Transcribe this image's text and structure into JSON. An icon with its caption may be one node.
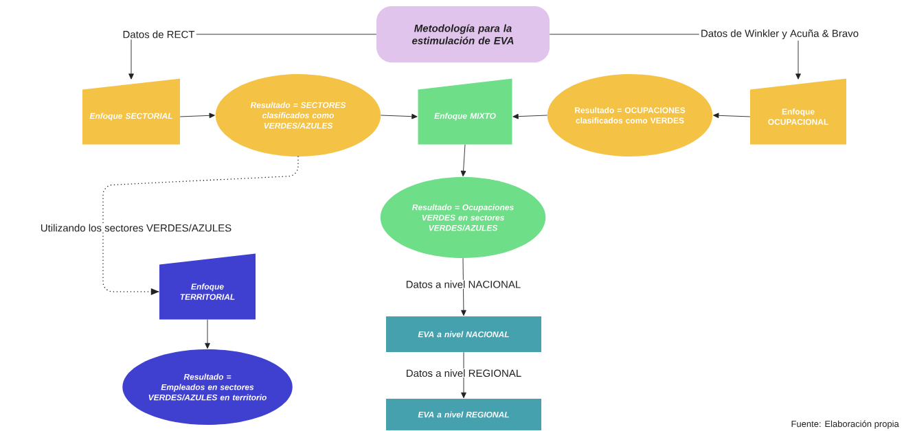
{
  "diagram": {
    "nodes": [
      {
        "text": [
          "Metodología para la estimulación de EVA"
        ]
      },
      {
        "text": [
          "Datos de RECT"
        ]
      },
      {
        "text": [
          "Datos de Winkler y Acuña & Bravo"
        ]
      },
      {
        "text": [
          "Enfoque SECTORIAL"
        ]
      },
      {
        "text": [
          "Resultado = SECTORES clasificados como VERDES/AZULES"
        ]
      },
      {
        "text": [
          "Enfoque MIXTO"
        ]
      },
      {
        "text": [
          "Resultado = OCUPACIONES clasificados como VERDES"
        ]
      },
      {
        "text": [
          "Enfoque OCUPACIONAL"
        ]
      },
      {
        "text": [
          "Resultado = Ocupaciones VERDES en sectores VERDES/AZULES"
        ]
      },
      {
        "text": [
          "Enfoque TERRITORIAL"
        ]
      },
      {
        "text": [
          "Resultado = Empleados en sectores VERDES/AZULES en territorio"
        ]
      },
      {
        "text": [
          "EVA a nivel NACIONAL"
        ]
      },
      {
        "text": [
          "EVA a nivel REGIONAL"
        ]
      }
    ],
    "edges": [
      {
        "from": 1,
        "to": 0,
        "arrow": "none"
      },
      {
        "from": 0,
        "to": 2,
        "arrow": "none"
      },
      {
        "from": 1,
        "to": 3,
        "arrow": "to"
      },
      {
        "from": 2,
        "to": 7,
        "arrow": "to"
      },
      {
        "from": 3,
        "to": 4,
        "arrow": "to"
      },
      {
        "from": 4,
        "to": 5,
        "arrow": "to"
      },
      {
        "from": 7,
        "to": 6,
        "arrow": "to"
      },
      {
        "from": 6,
        "to": 5,
        "arrow": "to"
      },
      {
        "from": 5,
        "to": 8,
        "arrow": "to"
      },
      {
        "from": 4,
        "to": 9,
        "arrow": "to",
        "style": "dashed",
        "label": "Utilizando los sectores VERDES/AZULES"
      },
      {
        "from": 9,
        "to": 10,
        "arrow": "to"
      },
      {
        "from": 8,
        "to": 11,
        "arrow": "to",
        "label": "Datos a nivel NACIONAL"
      },
      {
        "from": 11,
        "to": 12,
        "arrow": "to",
        "label": "Datos a nivel REGIONAL"
      }
    ],
    "labels": [
      "Fuente: Elaboración propia"
    ]
  }
}
